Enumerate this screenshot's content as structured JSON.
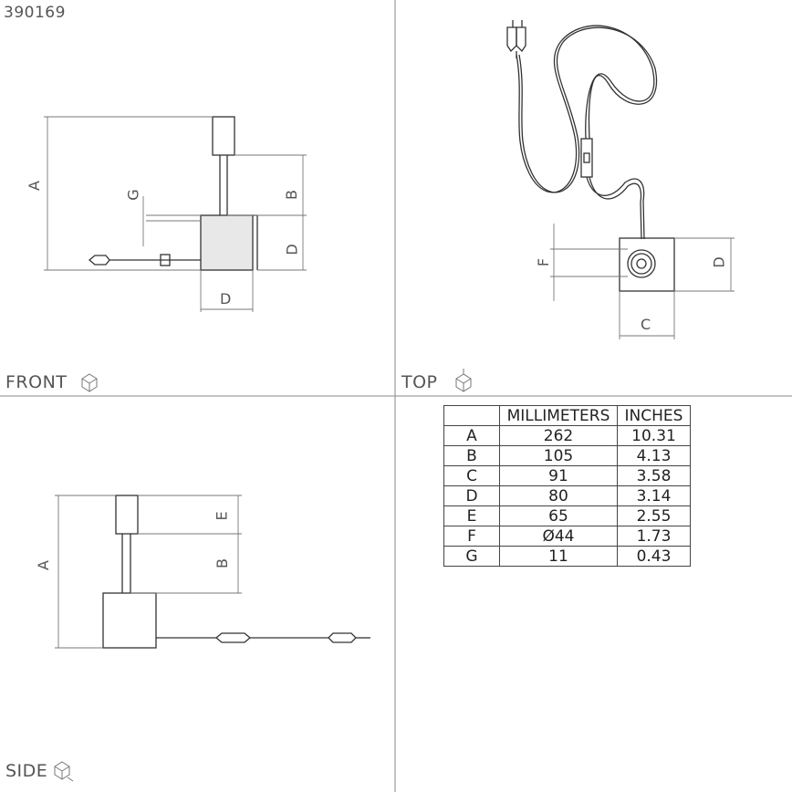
{
  "product_id": "390169",
  "views": {
    "front": "FRONT",
    "top": "TOP",
    "side": "SIDE"
  },
  "dimension_letters": {
    "a": "A",
    "b": "B",
    "c": "C",
    "d": "D",
    "e": "E",
    "f": "F",
    "g": "G"
  },
  "table": {
    "headers": [
      "",
      "MILLIMETERS",
      "INCHES"
    ],
    "rows": [
      {
        "label": "A",
        "mm": "262",
        "inches": "10.31"
      },
      {
        "label": "B",
        "mm": "105",
        "inches": "4.13"
      },
      {
        "label": "C",
        "mm": "91",
        "inches": "3.58"
      },
      {
        "label": "D",
        "mm": "80",
        "inches": "3.14"
      },
      {
        "label": "E",
        "mm": "65",
        "inches": "2.55"
      },
      {
        "label": "F",
        "mm": "Ø44",
        "inches": "1.73"
      },
      {
        "label": "G",
        "mm": "11",
        "inches": "0.43"
      }
    ]
  }
}
